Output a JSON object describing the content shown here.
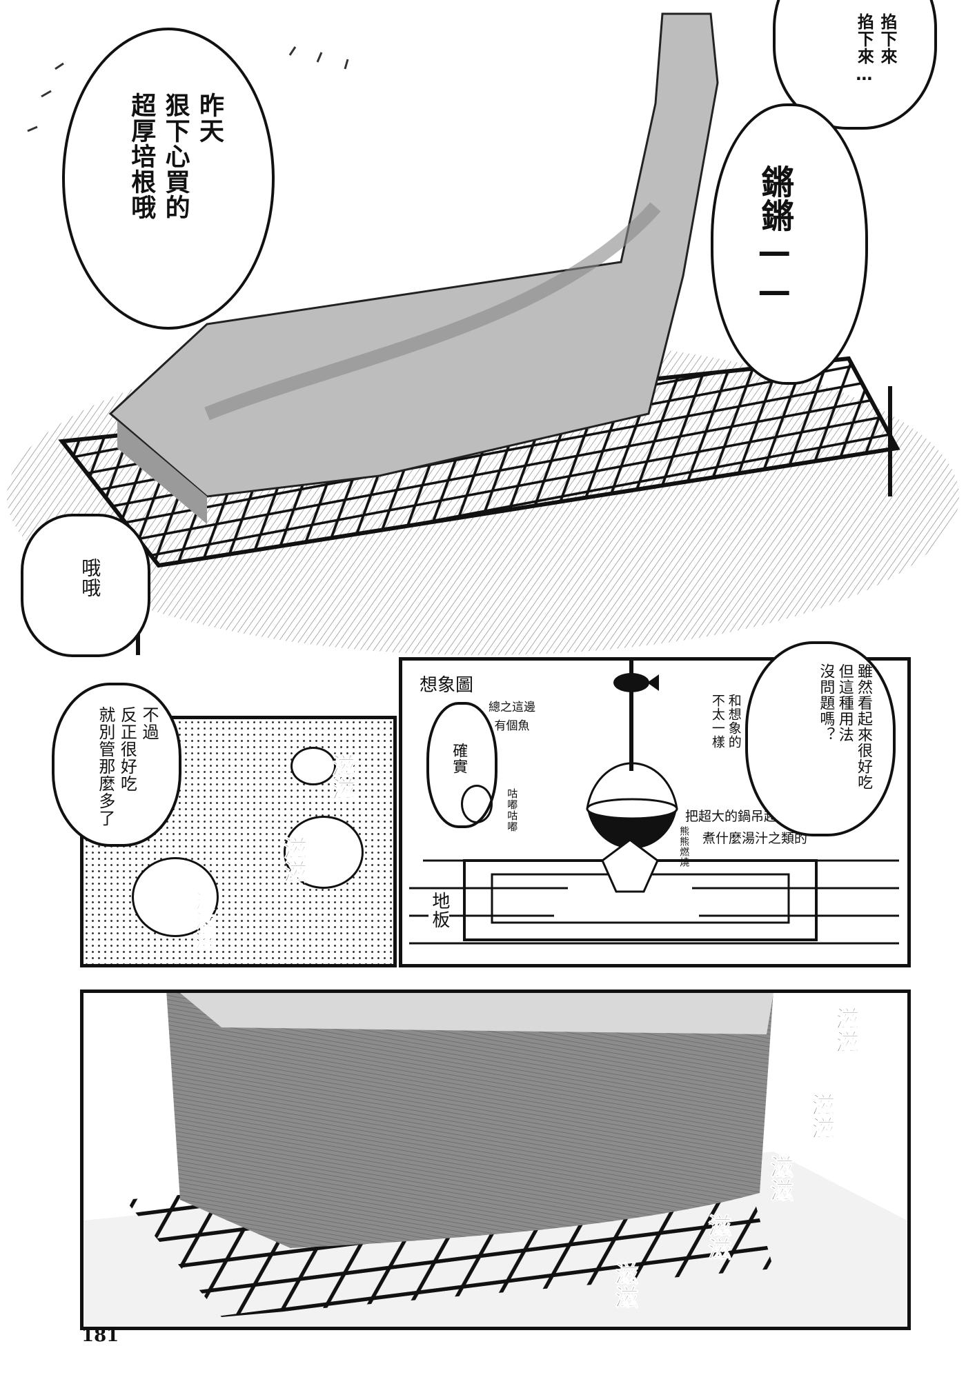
{
  "page_number": "181",
  "top_panel": {
    "bubble_bacon": [
      "昨天",
      "狠下心買的",
      "超厚培根哦"
    ],
    "bubble_take_down": [
      "掐下來",
      "掐下來…"
    ],
    "bubble_tada": "鏘鏘——",
    "bubble_ooh": "哦哦"
  },
  "middle_left_panel": {
    "bubble": [
      "不過",
      "反正很好吃",
      "就別管那麼多了"
    ],
    "sfx": [
      "滋滋",
      "滋滋",
      "滋滋滋"
    ]
  },
  "middle_right_panel": {
    "title": "想象圖",
    "fish_note": [
      "總之這邊",
      "有個魚"
    ],
    "bubble_indeed": "確實",
    "bubbling_sfx": "咕嘟咕嘟",
    "different_note": [
      "和想象的",
      "不太一樣"
    ],
    "bubble_question": [
      "雖然看起來很好吃",
      "但這種用法",
      "沒問題嗎？"
    ],
    "pot_note": [
      "把超大的鍋吊起來",
      "煮什麼湯汁之類的"
    ],
    "fire_sfx": "熊熊燃燒",
    "floor_label": "地板"
  },
  "bottom_panel": {
    "sfx": [
      "滋滋",
      "滋滋",
      "滋滋",
      "滋滋",
      "滋滋"
    ]
  }
}
